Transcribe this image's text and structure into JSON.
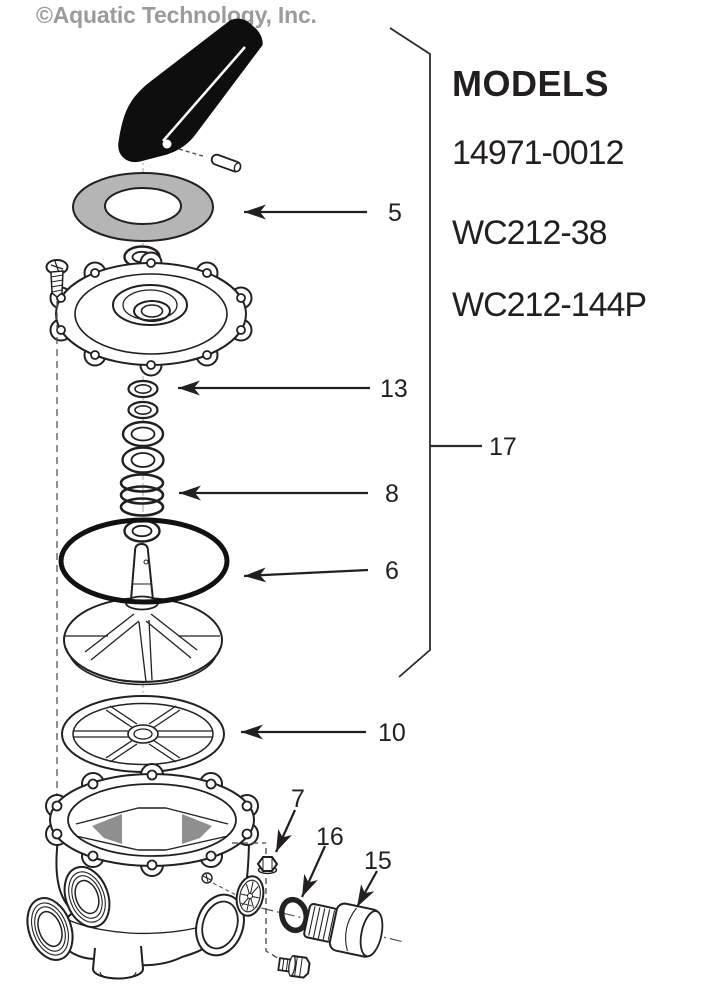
{
  "watermark": "©Aquatic Technology, Inc.",
  "models": {
    "title": "MODELS",
    "items": [
      "14971-0012",
      "WC212-38",
      "WC212-144P"
    ]
  },
  "callouts": {
    "part5": "5",
    "part13": "13",
    "part8": "8",
    "part6": "6",
    "part10": "10",
    "part17": "17",
    "part7": "7",
    "part16": "16",
    "part15": "15"
  },
  "colors": {
    "line": "#231f20",
    "washer_gray": "#b5b5b5",
    "brace_gray": "#8f8f8f",
    "watermark_gray": "#9b9b9b",
    "handle_black": "#0e0e0e"
  }
}
